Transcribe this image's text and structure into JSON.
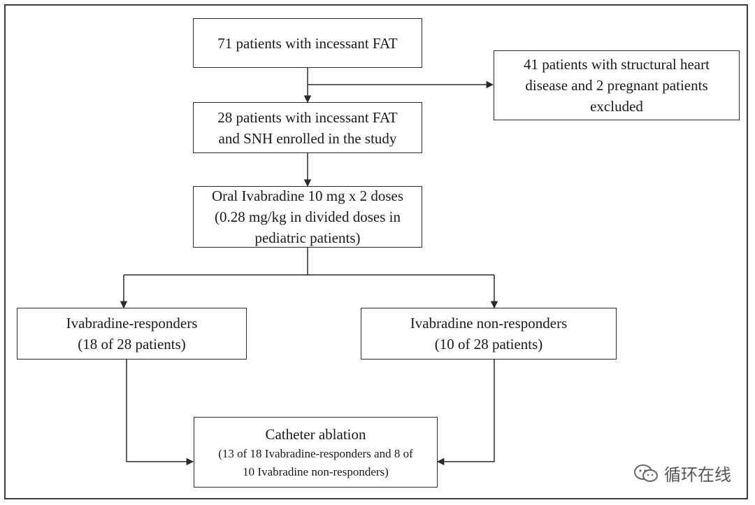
{
  "boxes": {
    "start": "71 patients with incessant FAT",
    "excluded": "41 patients with structural heart\ndisease and 2 pregnant patients\nexcluded",
    "enrolled": "28 patients with incessant FAT\nand SNH enrolled in the study",
    "treatment": "Oral Ivabradine 10 mg x 2 doses\n(0.28 mg/kg in divided doses in\npediatric patients)",
    "responders": "Ivabradine-responders\n(18 of 28 patients)",
    "nonresponders": "Ivabradine non-responders\n(10 of 28 patients)",
    "ablation_title": "Catheter ablation",
    "ablation_detail": "(13 of 18 Ivabradine-responders and 8 of\n10 Ivabradine non-responders)"
  },
  "watermark": {
    "text": "循环在线",
    "icon": "wechat-icon"
  },
  "colors": {
    "line": "#2a2a2a",
    "border": "#3a3a3a"
  }
}
